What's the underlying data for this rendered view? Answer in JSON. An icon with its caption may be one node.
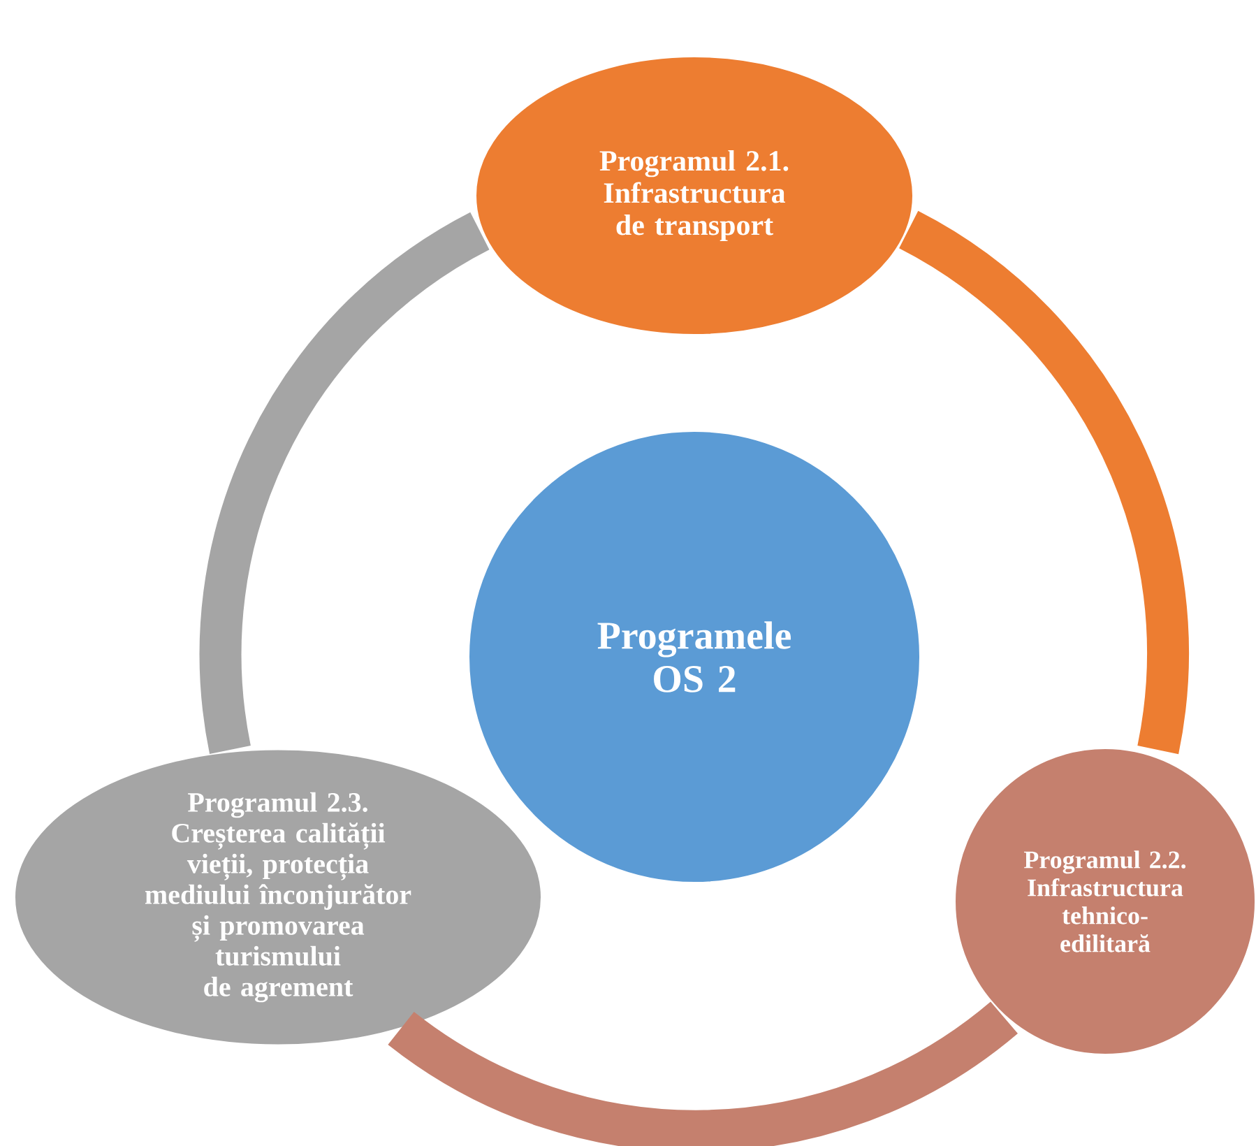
{
  "diagram": {
    "nodes": [
      {
        "text": [
          "Programele OS 2"
        ]
      },
      {
        "text": [
          "Programul 2.1. Infrastructura de transport"
        ]
      },
      {
        "text": [
          "Programul 2.2. Infrastructura tehnico-edilitară"
        ]
      },
      {
        "text": [
          "Programul 2.3. Creșterea calității vieții, protecția mediului înconjurător și promovarea turismului de agrement"
        ]
      }
    ],
    "edges": [
      {
        "from": 1,
        "to": 2,
        "arrow": "none",
        "color": "#ed7d31"
      },
      {
        "from": 2,
        "to": 3,
        "arrow": "none",
        "color": "#c5806e"
      },
      {
        "from": 3,
        "to": 1,
        "arrow": "none",
        "color": "#a5a5a5"
      }
    ]
  }
}
